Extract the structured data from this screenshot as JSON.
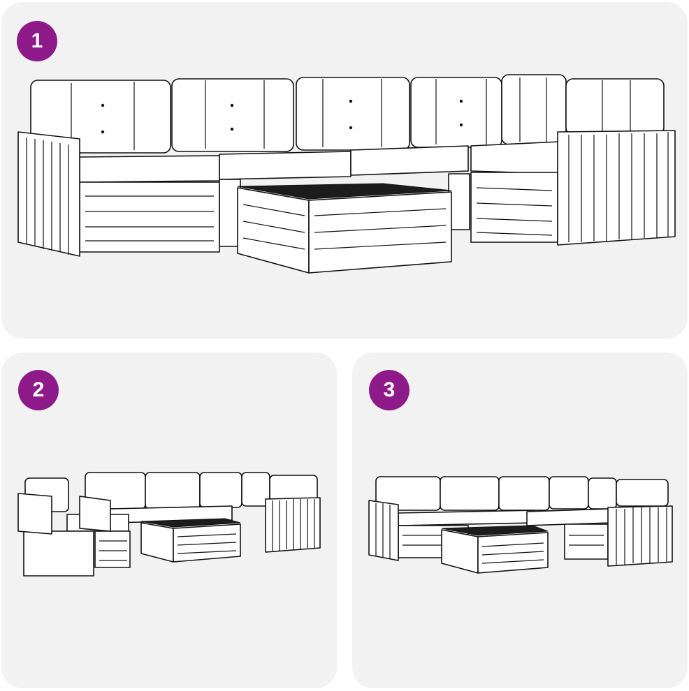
{
  "accent_color": "#8e1a8a",
  "panel_background": "#f2f2f2",
  "panels": [
    {
      "step": "1",
      "badge_icon": "circle-number-badge",
      "illustration": "sofa-set-configuration-icon"
    },
    {
      "step": "2",
      "badge_icon": "circle-number-badge",
      "illustration": "sofa-set-configuration-icon"
    },
    {
      "step": "3",
      "badge_icon": "circle-number-badge",
      "illustration": "sofa-set-configuration-icon"
    }
  ]
}
